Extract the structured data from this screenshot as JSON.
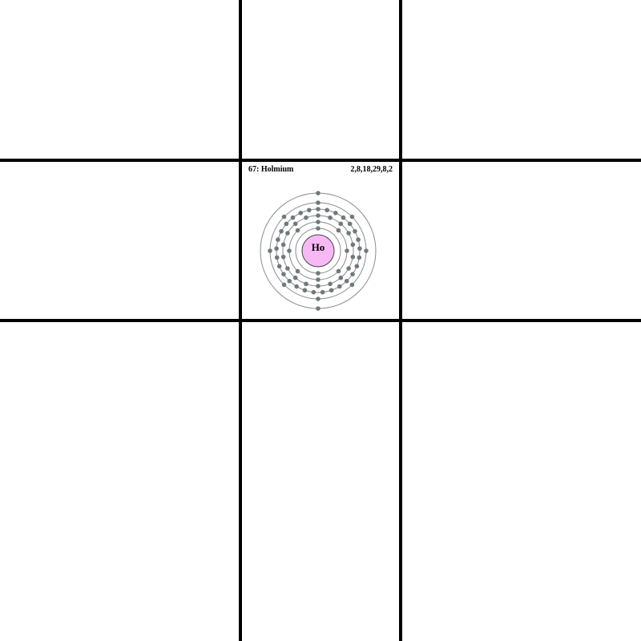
{
  "diagram": {
    "title": "67: Holmium",
    "configuration": "2,8,18,29,8,2",
    "symbol": "Ho",
    "shells": [
      2,
      8,
      18,
      29,
      8,
      2
    ],
    "colors": {
      "nucleus_fill": "#f7b8f4",
      "nucleus_stroke": "#444444",
      "electron": "#6f7a7e",
      "shell_stroke": "#8a8a8a",
      "grid_line": "#000000"
    }
  }
}
